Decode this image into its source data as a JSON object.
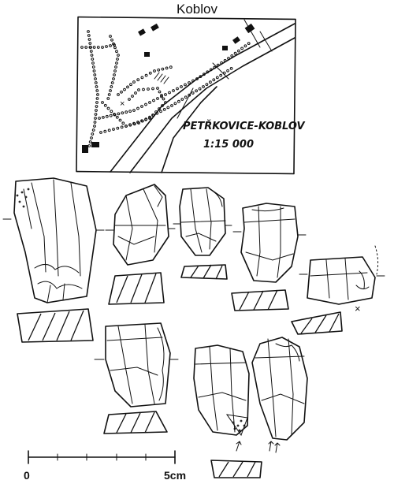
{
  "figure": {
    "title": "Koblov",
    "map_label": "PETŘKOVICE-KOBLOV",
    "map_scale": "1:15 000",
    "scale_bar": {
      "start_label": "0",
      "end_label": "5cm"
    }
  }
}
